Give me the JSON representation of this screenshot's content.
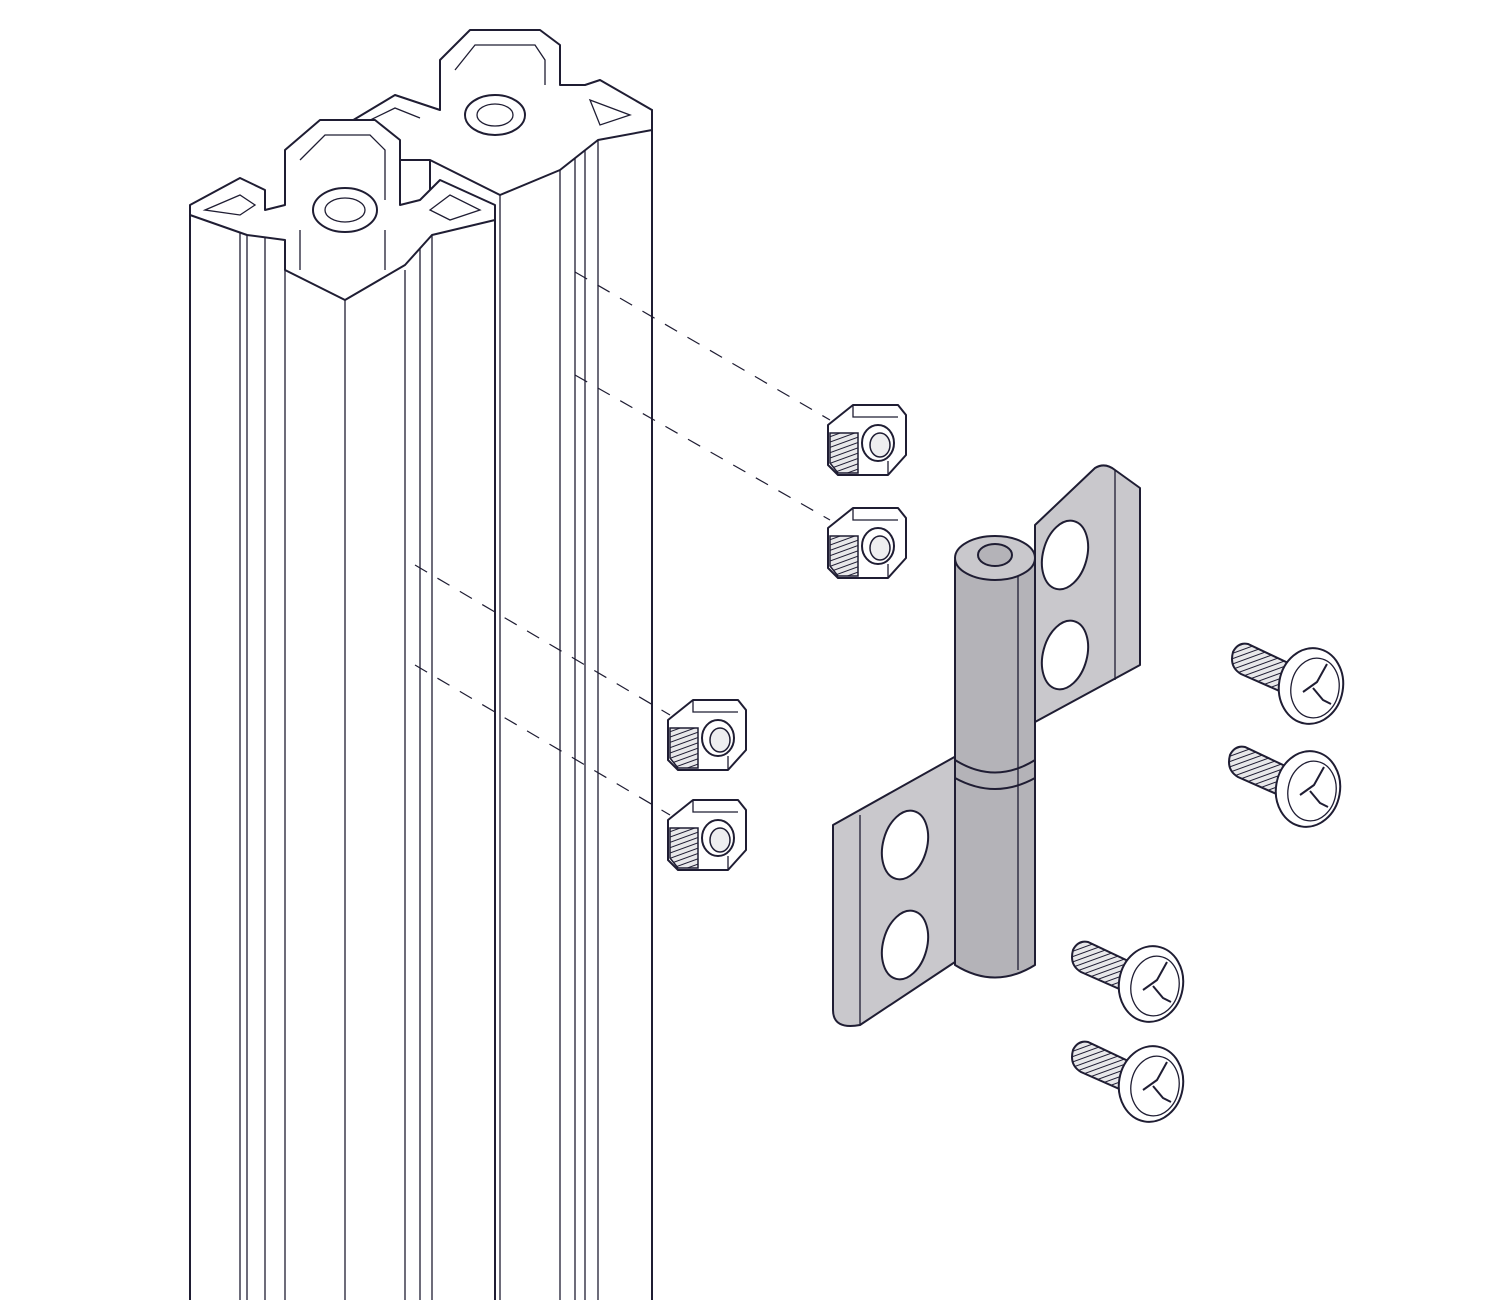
{
  "colors": {
    "outline": "#1f1d33",
    "background": "#ffffff",
    "hinge_metal": "#c9c8cc",
    "hinge_shadow": "#b4b3b8"
  },
  "parts": {
    "extrusion_count": 2,
    "t_nut_count": 4,
    "hinge_count": 1,
    "screw_count": 4
  }
}
